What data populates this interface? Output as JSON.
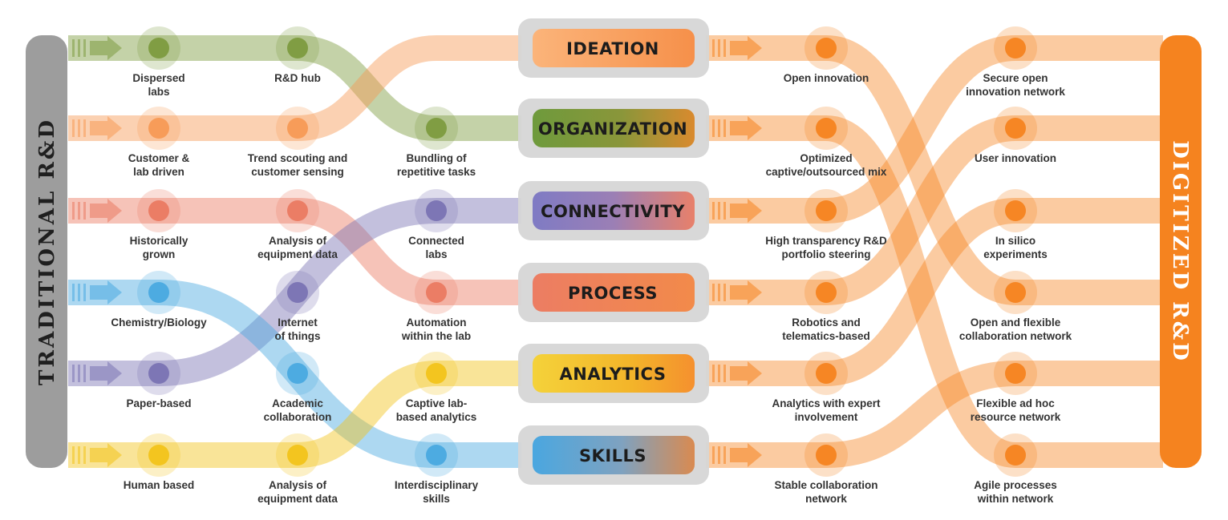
{
  "colors": {
    "ideation": "#f79a55",
    "organization": "#7d9b3f",
    "connectivity": "#7a73b3",
    "process": "#ea7a62",
    "analytics": "#f2c31a",
    "skills": "#49a9e0",
    "digital": "#f5831f",
    "traditional": "#9d9d9d"
  },
  "sides": {
    "left": "TRADITIONAL R&D",
    "right": "DIGITIZED R&D"
  },
  "hubs": [
    {
      "label": "IDEATION",
      "color": "ideation"
    },
    {
      "label": "ORGANIZATION",
      "color": "organization"
    },
    {
      "label": "CONNECTIVITY",
      "color": "connectivity"
    },
    {
      "label": "PROCESS",
      "color": "process"
    },
    {
      "label": "ANALYTICS",
      "color": "analytics"
    },
    {
      "label": "SKILLS",
      "color": "skills"
    }
  ],
  "traditional_nodes": [
    {
      "label": [
        "Dispersed",
        "labs"
      ],
      "color": "organization"
    },
    {
      "label": [
        "R&D hub"
      ],
      "color": "organization"
    },
    {
      "label": [
        "Customer &",
        "lab driven"
      ],
      "color": "ideation"
    },
    {
      "label": [
        "Trend scouting and",
        "customer sensing"
      ],
      "color": "ideation"
    },
    {
      "label": [
        "Bundling of",
        "repetitive tasks"
      ],
      "color": "organization"
    },
    {
      "label": [
        "Historically",
        "grown"
      ],
      "color": "process"
    },
    {
      "label": [
        "Analysis of",
        "equipment data"
      ],
      "color": "process"
    },
    {
      "label": [
        "Connected",
        "labs"
      ],
      "color": "connectivity"
    },
    {
      "label": [
        "Chemistry/Biology"
      ],
      "color": "skills"
    },
    {
      "label": [
        "Internet",
        "of things"
      ],
      "color": "connectivity"
    },
    {
      "label": [
        "Automation",
        "within the lab"
      ],
      "color": "process"
    },
    {
      "label": [
        "Paper-based"
      ],
      "color": "connectivity"
    },
    {
      "label": [
        "Academic",
        "collaboration"
      ],
      "color": "skills"
    },
    {
      "label": [
        "Captive lab-",
        "based analytics"
      ],
      "color": "analytics"
    },
    {
      "label": [
        "Human based"
      ],
      "color": "analytics"
    },
    {
      "label": [
        "Analysis of",
        "equipment data"
      ],
      "color": "analytics"
    },
    {
      "label": [
        "Interdisciplinary",
        "skills"
      ],
      "color": "skills"
    }
  ],
  "digital_nodes": [
    {
      "label": [
        "Open innovation"
      ]
    },
    {
      "label": [
        "Secure open",
        "innovation network"
      ]
    },
    {
      "label": [
        "Optimized",
        "captive/outsourced mix"
      ]
    },
    {
      "label": [
        "User innovation"
      ]
    },
    {
      "label": [
        "High transparency R&D",
        "portfolio steering"
      ]
    },
    {
      "label": [
        "In silico",
        "experiments"
      ]
    },
    {
      "label": [
        "Robotics and",
        "telematics-based"
      ]
    },
    {
      "label": [
        "Open and flexible",
        "collaboration network"
      ]
    },
    {
      "label": [
        "Analytics with expert",
        "involvement"
      ]
    },
    {
      "label": [
        "Flexible ad hoc",
        "resource network"
      ]
    },
    {
      "label": [
        "Stable collaboration",
        "network"
      ]
    },
    {
      "label": [
        "Agile processes",
        "within network"
      ]
    }
  ]
}
